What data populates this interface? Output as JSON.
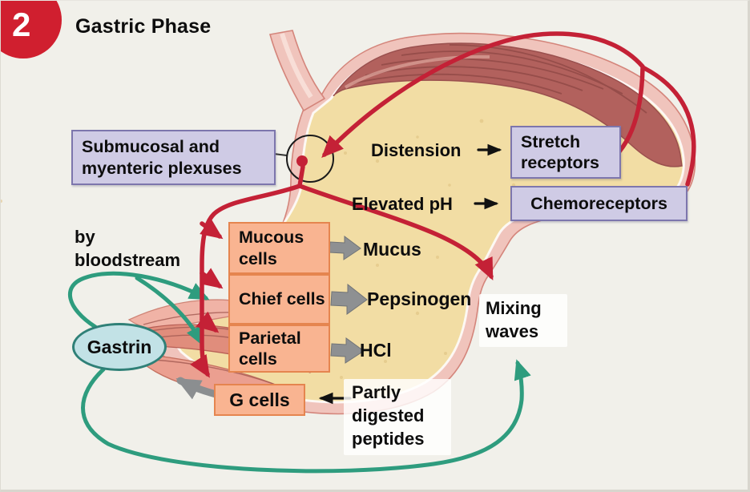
{
  "figure": {
    "step_number": "2",
    "title": "Gastric Phase"
  },
  "boxes": {
    "plexuses": "Submucosal and myenteric plexuses",
    "stretch_receptors": "Stretch receptors",
    "chemoreceptors": "Chemoreceptors",
    "mucous_cells": "Mucous cells",
    "chief_cells": "Chief cells",
    "parietal_cells": "Parietal cells",
    "g_cells": "G cells"
  },
  "stimuli": {
    "distension": "Distension",
    "elevated_ph": "Elevated pH",
    "partly_digested_peptides": "Partly digested peptides"
  },
  "secretions": {
    "mucus": "Mucus",
    "pepsinogen": "Pepsinogen",
    "hcl": "HCl"
  },
  "effects": {
    "mixing_waves": "Mixing waves"
  },
  "hormone": {
    "gastrin": "Gastrin",
    "route": "by bloodstream"
  },
  "colors": {
    "background": "#f1f0ea",
    "badge_red": "#d01f2f",
    "neural_arrow_red": "#c42136",
    "bloodstream_green": "#2e9c7e",
    "secretion_gray": "#8e9092",
    "receptor_box_fill": "#cfcbe5",
    "receptor_box_border": "#7d76ad",
    "cell_box_fill": "#f9b491",
    "cell_box_border": "#e5854f",
    "gastrin_fill": "#c2e2e6",
    "gastrin_border": "#2f8077",
    "stomach_interior": "#f2dda4",
    "stomach_wall": "#f0c4bc",
    "fundus_muscle": "#b2615d"
  }
}
